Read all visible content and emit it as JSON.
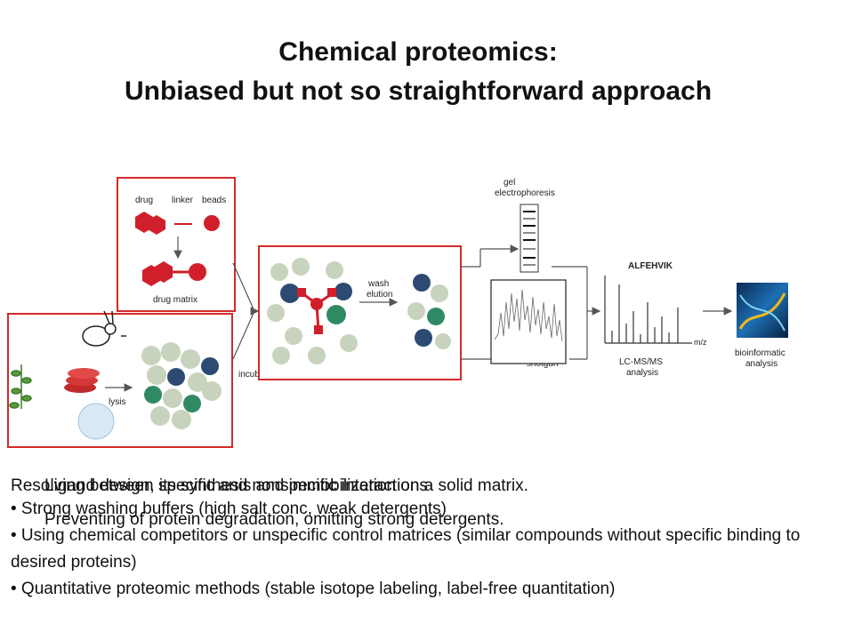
{
  "slide": {
    "title_line1": "Chemical proteomics:",
    "title_line2": "Unbiased but not so straightforward approach"
  },
  "diagram": {
    "drug_label": "drug",
    "linker_label": "linker",
    "beads_label": "beads",
    "drug_matrix_label": "drug matrix",
    "lysis_label": "lysis",
    "incubation_label": "incubation",
    "wash_label": "wash",
    "elution_label": "elution",
    "gel_label_1": "gel",
    "gel_label_2": "electrophoresis",
    "shotgun_label": "'shotgun'",
    "spectrum_label": "ALFEHVIK",
    "mz_label": "m/z",
    "lcms_label_1": "LC-MS/MS",
    "lcms_label_2": "analysis",
    "bioinf_label_1": "bioinformatic",
    "bioinf_label_2": "analysis",
    "colors": {
      "red_box": "#d42a2a",
      "drug_red": "#d01f2a",
      "protein_sage": "#c8d3bd",
      "protein_blue": "#2c4a72",
      "protein_green": "#2f8a64"
    }
  },
  "overlay": {
    "line_a": "Ligand design, its synthesis and immobilization on a solid matrix.",
    "line_b": "Resolving between specific and nonspecific interactions",
    "line_c": "Preventing of protein degradation, omitting strong detergents."
  },
  "bullets": {
    "b1": "• Strong washing buffers (high salt conc, weak detergents)",
    "b2": "• Using chemical competitors or unspecific control matrices (similar compounds without specific binding to desired proteins)",
    "b3": "• Quantitative proteomic methods (stable isotope labeling, label-free quantitation)"
  }
}
